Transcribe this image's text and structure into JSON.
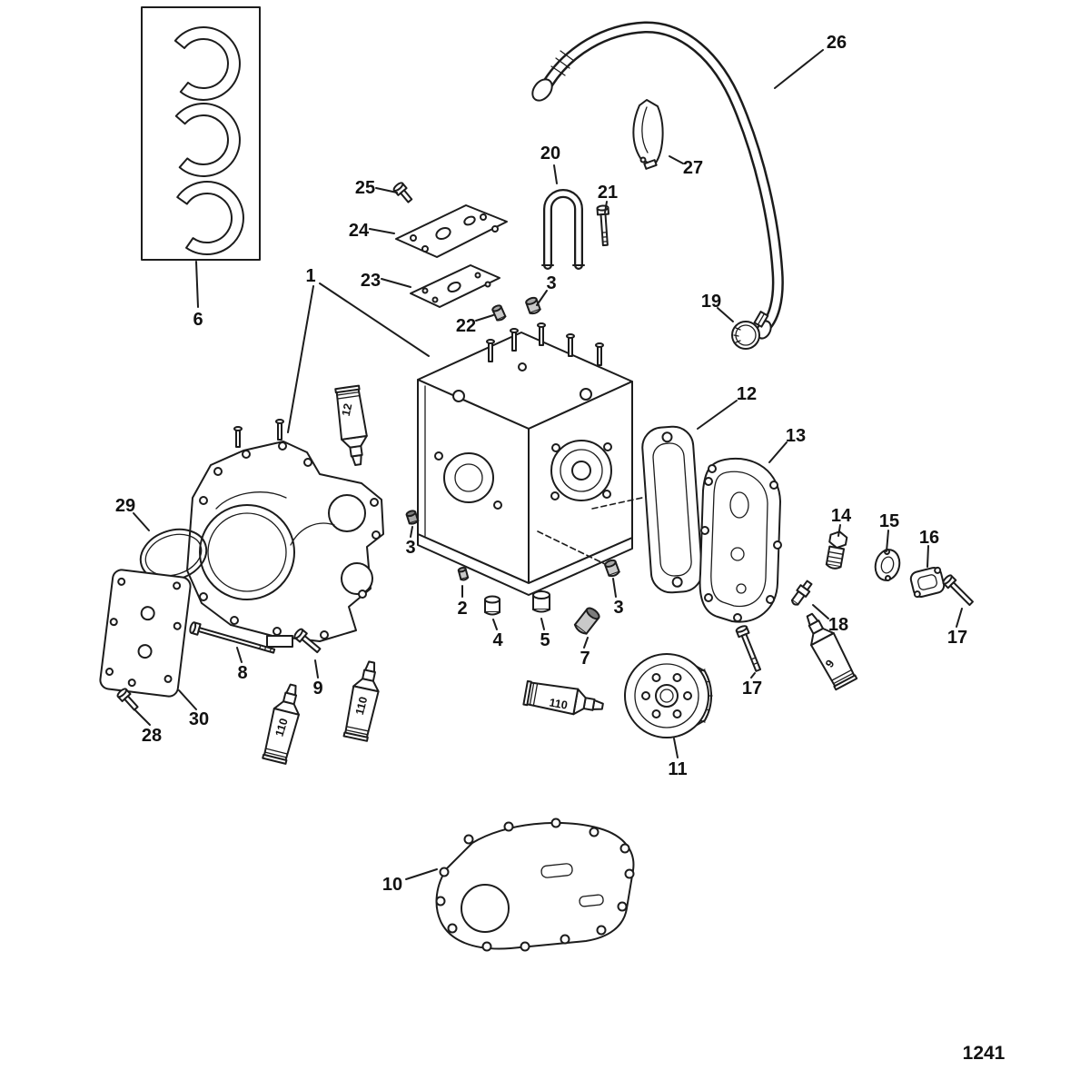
{
  "callouts": {
    "c1": "1",
    "c2": "2",
    "c3a": "3",
    "c3b": "3",
    "c3c": "3",
    "c4": "4",
    "c5": "5",
    "c6": "6",
    "c7": "7",
    "c8": "8",
    "c9": "9",
    "c10": "10",
    "c11": "11",
    "c12": "12",
    "c13": "13",
    "c14": "14",
    "c15": "15",
    "c16": "16",
    "c17a": "17",
    "c17b": "17",
    "c18": "18",
    "c19": "19",
    "c20": "20",
    "c21": "21",
    "c22": "22",
    "c23": "23",
    "c24": "24",
    "c25": "25",
    "c26": "26",
    "c27": "27",
    "c28": "28",
    "c29": "29",
    "c30": "30"
  },
  "tube_labels": {
    "sealant_12": "12",
    "sealant_110_a": "110",
    "sealant_110_b": "110",
    "sealant_110_c": "110",
    "sealant_9": "9"
  },
  "page_number": "1241"
}
